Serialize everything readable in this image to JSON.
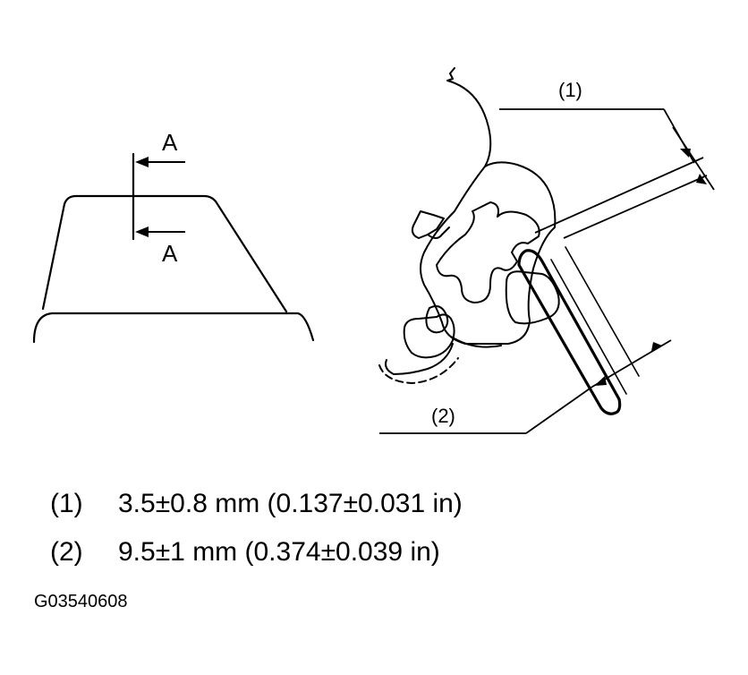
{
  "section_view": {
    "arrow_top_label": "A",
    "arrow_bottom_label": "A"
  },
  "callouts": {
    "c1": "(1)",
    "c2": "(2)"
  },
  "specs": [
    {
      "num": "(1)",
      "value": "3.5±0.8 mm (0.137±0.031 in)"
    },
    {
      "num": "(2)",
      "value": "9.5±1 mm (0.374±0.039 in)"
    }
  ],
  "figure_code": "G03540608",
  "colors": {
    "ink": "#000000",
    "paper": "#ffffff"
  }
}
